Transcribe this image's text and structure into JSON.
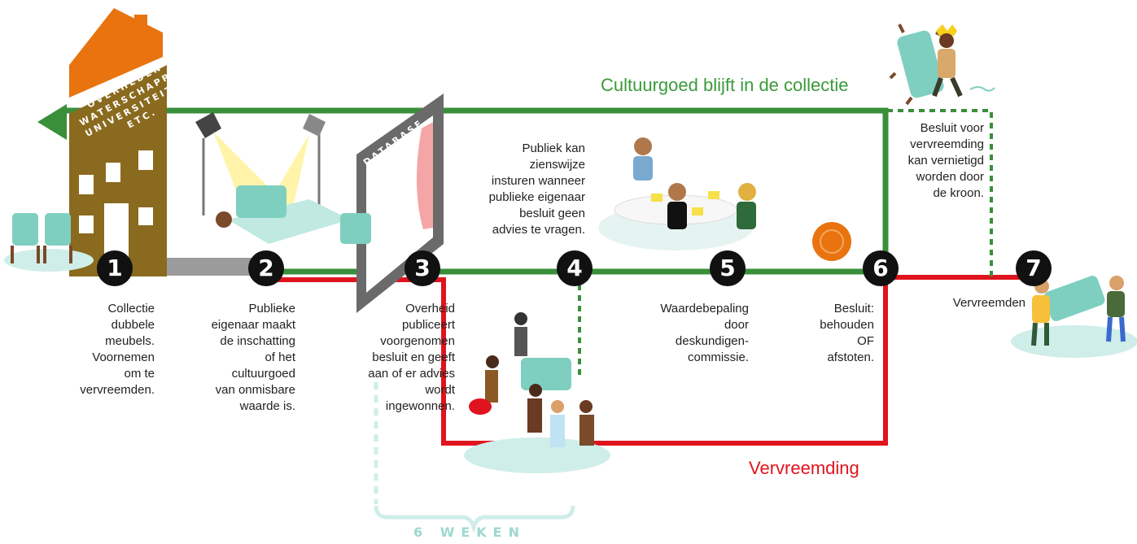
{
  "labels": {
    "top_path": "Cultuurgoed blijft in de collectie",
    "bottom_path": "Vervreemding",
    "duration": "6 WEKEN"
  },
  "building_sign": [
    "OVERHEDEN",
    "WATERSCHAPPEN",
    "UNIVERSITEITEN",
    "ETC."
  ],
  "database_sign": "DATABASE",
  "steps": [
    {
      "number": "1",
      "text": "Collectie\ndubbele\nmeubels.\nVoornemen\nom te\nvervreemden."
    },
    {
      "number": "2",
      "text": "Publieke\neigenaar maakt\nde inschatting\nof het\ncultuurgoed\nvan onmisbare\nwaarde is."
    },
    {
      "number": "3",
      "text": "Overheid\npubliceert\nvoorgenomen\nbesluit en geeft\naan of er advies\nwordt\ningewonnen."
    },
    {
      "number": "4",
      "text": "Publiek kan\nzienswijze\ninsturen wanneer\npublieke eigenaar\nbesluit geen\nadvies te vragen."
    },
    {
      "number": "5",
      "text": "Waardebepaling\ndoor\ndeskundigen-\ncommissie."
    },
    {
      "number": "6",
      "text": "Besluit:\nbehouden\nOF\nafstoten."
    },
    {
      "number": "7",
      "text": "Vervreemden"
    }
  ],
  "crown_note": "Besluit voor\nvervreemding\nkan vernietigd\nworden door\nde kroon.",
  "colors": {
    "green": "#3a8f3a",
    "red": "#e0141e",
    "gray": "#9b9b9b",
    "orange": "#e8730f",
    "brown": "#8a6a1e",
    "teal": "#7fcfc0",
    "teal_light": "#cfeee9",
    "wood": "#7a4a2a"
  },
  "icons": [
    "building-icon",
    "furniture-icon",
    "spotlight-icon",
    "database-icon",
    "people-icon",
    "meeting-icon",
    "wax-seal-icon",
    "king-icon",
    "movers-icon"
  ]
}
